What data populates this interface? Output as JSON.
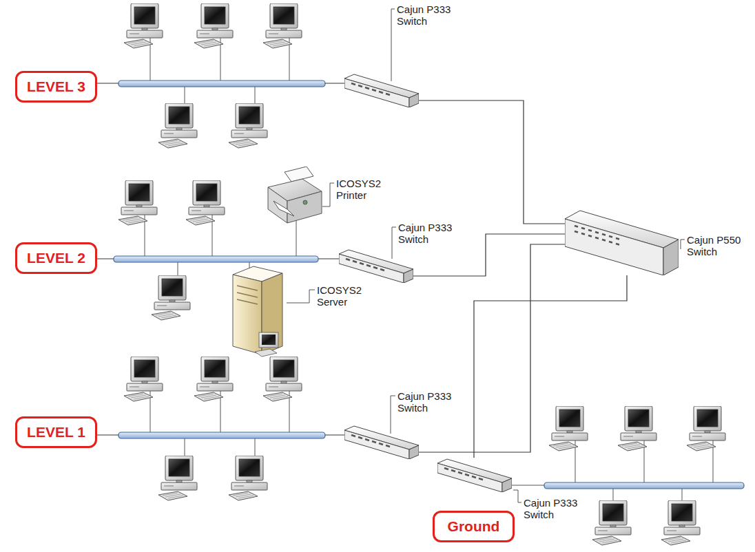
{
  "diagram": {
    "nodes": [
      {
        "text": [
          "LEVEL 3"
        ]
      },
      {
        "text": [
          "Cajun P333 Switch"
        ]
      },
      {
        "text": [
          "ICOSYS2 Printer"
        ]
      },
      {
        "text": [
          "Cajun P333 Switch"
        ]
      },
      {
        "text": [
          "Cajun P550 Switch"
        ]
      },
      {
        "text": [
          "LEVEL 2"
        ]
      },
      {
        "text": [
          "ICOSYS2 Server"
        ]
      },
      {
        "text": [
          "Cajun P333 Switch"
        ]
      },
      {
        "text": [
          "LEVEL 1"
        ]
      },
      {
        "text": [
          "Cajun P333 Switch"
        ]
      },
      {
        "text": [
          "Ground"
        ]
      }
    ],
    "edges": [
      {
        "from": 0,
        "to": 1,
        "arrow": "none"
      },
      {
        "from": 5,
        "to": 3,
        "arrow": "none"
      },
      {
        "from": 8,
        "to": 7,
        "arrow": "none"
      },
      {
        "from": 1,
        "to": 4,
        "arrow": "none"
      },
      {
        "from": 3,
        "to": 4,
        "arrow": "none"
      },
      {
        "from": 7,
        "to": 4,
        "arrow": "none"
      },
      {
        "from": 9,
        "to": 4,
        "arrow": "none"
      }
    ]
  }
}
